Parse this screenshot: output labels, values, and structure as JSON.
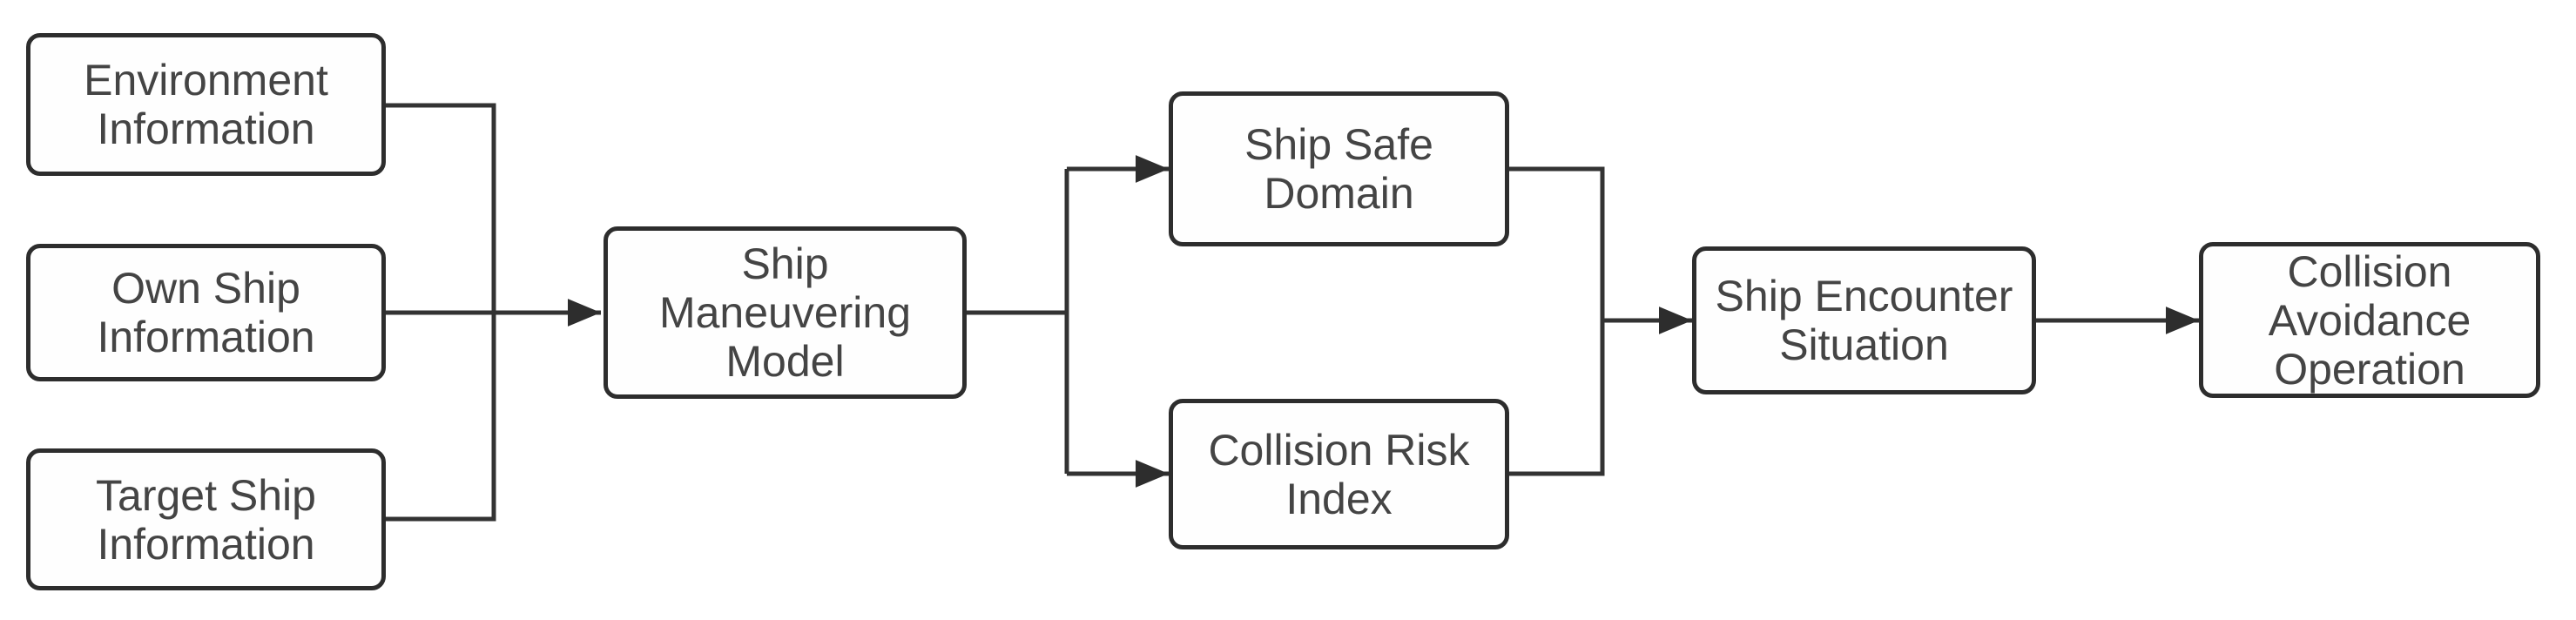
{
  "diagram": {
    "type": "flowchart",
    "background_color": "#ffffff",
    "line_color": "#333333",
    "box_border_color": "#2d2d2d",
    "box_fill_color": "#fefefe",
    "text_color": "#444444",
    "nodes": [
      {
        "id": "environment-information",
        "label": "Environment\nInformation"
      },
      {
        "id": "own-ship-information",
        "label": "Own Ship\nInformation"
      },
      {
        "id": "target-ship-information",
        "label": "Target Ship\nInformation"
      },
      {
        "id": "ship-maneuvering-model",
        "label": "Ship\nManeuvering\nModel"
      },
      {
        "id": "ship-safe-domain",
        "label": "Ship Safe\nDomain"
      },
      {
        "id": "collision-risk-index",
        "label": "Collision Risk\nIndex"
      },
      {
        "id": "ship-encounter-situation",
        "label": "Ship Encounter\nSituation"
      },
      {
        "id": "collision-avoidance-operation",
        "label": "Collision\nAvoidance\nOperation"
      }
    ],
    "edges": [
      {
        "from": "environment-information",
        "to": "ship-maneuvering-model"
      },
      {
        "from": "own-ship-information",
        "to": "ship-maneuvering-model"
      },
      {
        "from": "target-ship-information",
        "to": "ship-maneuvering-model"
      },
      {
        "from": "ship-maneuvering-model",
        "to": "ship-safe-domain"
      },
      {
        "from": "ship-maneuvering-model",
        "to": "collision-risk-index"
      },
      {
        "from": "ship-safe-domain",
        "to": "ship-encounter-situation"
      },
      {
        "from": "collision-risk-index",
        "to": "ship-encounter-situation"
      },
      {
        "from": "ship-encounter-situation",
        "to": "collision-avoidance-operation"
      }
    ]
  }
}
